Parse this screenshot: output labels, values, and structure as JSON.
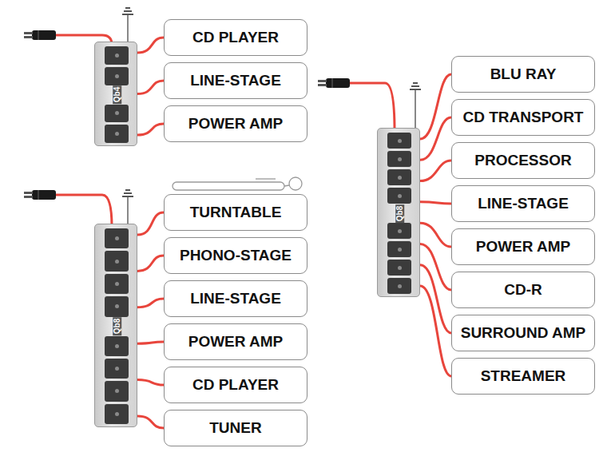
{
  "diagram": {
    "nodes": [
      {
        "text": [
          "Qb4"
        ]
      },
      {
        "text": [
          "CD PLAYER"
        ]
      },
      {
        "text": [
          "LINE-STAGE"
        ]
      },
      {
        "text": [
          "POWER AMP"
        ]
      },
      {
        "text": [
          "Qb8"
        ]
      },
      {
        "text": [
          "TURNTABLE"
        ]
      },
      {
        "text": [
          "PHONO-STAGE"
        ]
      },
      {
        "text": [
          "LINE-STAGE"
        ]
      },
      {
        "text": [
          "POWER AMP"
        ]
      },
      {
        "text": [
          "CD PLAYER"
        ]
      },
      {
        "text": [
          "TUNER"
        ]
      },
      {
        "text": [
          "Qb8"
        ]
      },
      {
        "text": [
          "BLU RAY"
        ]
      },
      {
        "text": [
          "CD TRANSPORT"
        ]
      },
      {
        "text": [
          "PROCESSOR"
        ]
      },
      {
        "text": [
          "LINE-STAGE"
        ]
      },
      {
        "text": [
          "POWER AMP"
        ]
      },
      {
        "text": [
          "CD-R"
        ]
      },
      {
        "text": [
          "SURROUND AMP"
        ]
      },
      {
        "text": [
          "STREAMER"
        ]
      }
    ],
    "edges": [
      {
        "from": 0,
        "to": 1,
        "arrow": "none"
      },
      {
        "from": 0,
        "to": 2,
        "arrow": "none"
      },
      {
        "from": 0,
        "to": 3,
        "arrow": "none"
      },
      {
        "from": 4,
        "to": 5,
        "arrow": "none"
      },
      {
        "from": 4,
        "to": 6,
        "arrow": "none"
      },
      {
        "from": 4,
        "to": 7,
        "arrow": "none"
      },
      {
        "from": 4,
        "to": 8,
        "arrow": "none"
      },
      {
        "from": 4,
        "to": 9,
        "arrow": "none"
      },
      {
        "from": 4,
        "to": 10,
        "arrow": "none"
      },
      {
        "from": 11,
        "to": 12,
        "arrow": "none"
      },
      {
        "from": 11,
        "to": 13,
        "arrow": "none"
      },
      {
        "from": 11,
        "to": 14,
        "arrow": "none"
      },
      {
        "from": 11,
        "to": 15,
        "arrow": "none"
      },
      {
        "from": 11,
        "to": 16,
        "arrow": "none"
      },
      {
        "from": 11,
        "to": 17,
        "arrow": "none"
      },
      {
        "from": 11,
        "to": 18,
        "arrow": "none"
      },
      {
        "from": 11,
        "to": 19,
        "arrow": "none"
      }
    ]
  }
}
